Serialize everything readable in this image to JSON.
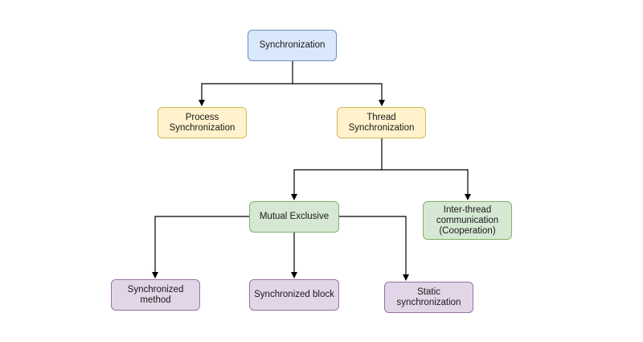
{
  "nodes": {
    "synchronization": "Synchronization",
    "process_synchronization": "Process\nSynchronization",
    "thread_synchronization": "Thread\nSynchronization",
    "mutual_exclusive": "Mutual Exclusive",
    "inter_thread": "Inter-thread\ncommunication\n(Cooperation)",
    "synchronized_method": "Synchronized\nmethod",
    "synchronized_block": "Synchronized block",
    "static_synchronization": "Static\nsynchronization"
  },
  "colors": {
    "root": "#dae8fc",
    "level1": "#fff2cc",
    "level2": "#d5e8d4",
    "level3": "#e1d5e7",
    "edge": "#000000"
  }
}
